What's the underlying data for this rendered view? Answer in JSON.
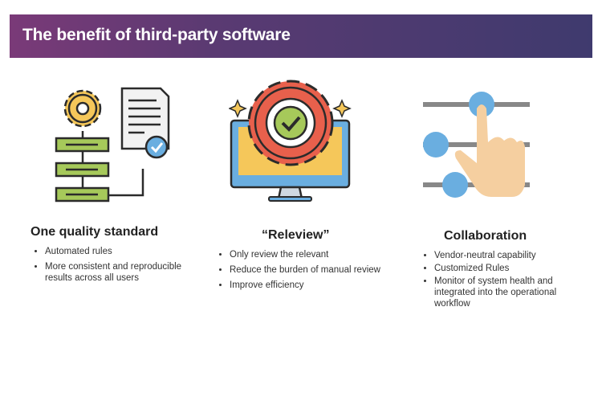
{
  "title": "The benefit of third-party software",
  "columns": [
    {
      "heading": "One quality standard",
      "bullets": [
        "Automated rules",
        "More consistent and reproducible results across all users"
      ]
    },
    {
      "heading": "“Releview”",
      "bullets": [
        "Only review the relevant",
        "Reduce the burden of manual review",
        "Improve efficiency"
      ]
    },
    {
      "heading": "Collaboration",
      "bullets": [
        "Vendor-neutral capability",
        "Customized Rules",
        "Monitor of system health and integrated into the operational workflow"
      ]
    }
  ],
  "colors": {
    "header_start": "#7a3a78",
    "header_end": "#3f3a6e",
    "green": "#a6c95a",
    "red": "#e8604c",
    "blue": "#6aaee0"
  }
}
